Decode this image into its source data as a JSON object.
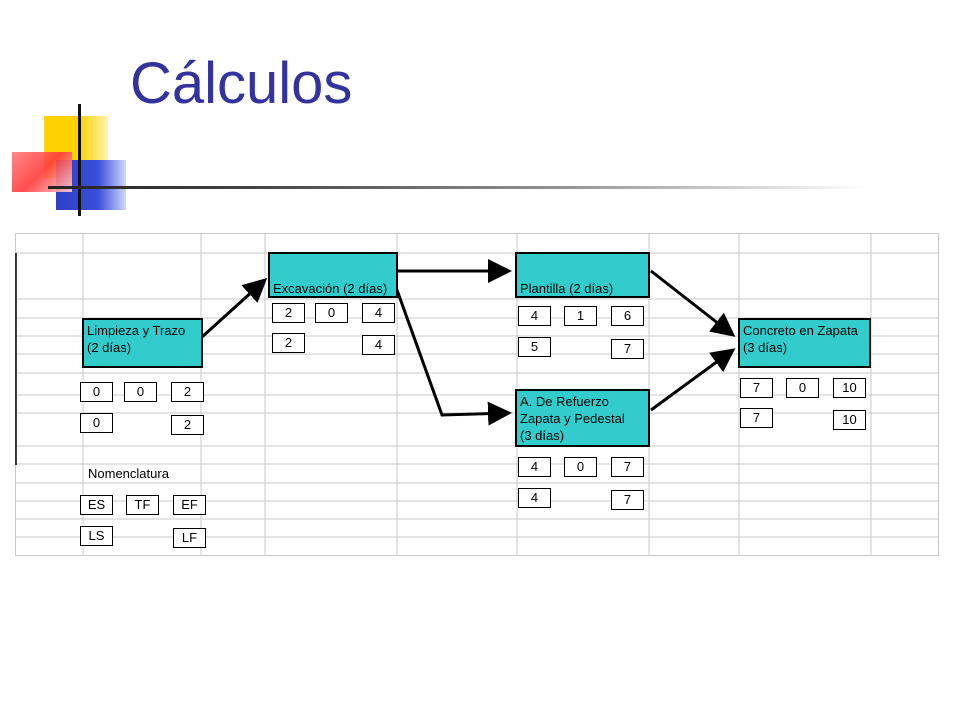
{
  "slide": {
    "title": "Cálculos"
  },
  "activities": [
    {
      "id": "limpieza",
      "lines": [
        "Limpieza y Trazo",
        "(2 días)"
      ],
      "es": "0",
      "tf": "0",
      "ef": "2",
      "ls": "0",
      "lf": "2"
    },
    {
      "id": "excavacion",
      "lines": [
        "Excavación (2 días)"
      ],
      "es": "2",
      "tf": "0",
      "ef": "4",
      "ls": "2",
      "lf": "4"
    },
    {
      "id": "plantilla",
      "lines": [
        "Plantilla (2 días)"
      ],
      "es": "4",
      "tf": "1",
      "ef": "6",
      "ls": "5",
      "lf": "7"
    },
    {
      "id": "refuerzo",
      "lines": [
        "A. De Refuerzo",
        "Zapata y Pedestal",
        "(3 días)"
      ],
      "es": "4",
      "tf": "0",
      "ef": "7",
      "ls": "4",
      "lf": "7"
    },
    {
      "id": "concreto",
      "lines": [
        "Concreto en Zapata",
        "(3 días)"
      ],
      "es": "7",
      "tf": "0",
      "ef": "10",
      "ls": "7",
      "lf": "10"
    }
  ],
  "nomenclature": {
    "title": "Nomenclatura",
    "es": "ES",
    "tf": "TF",
    "ef": "EF",
    "ls": "LS",
    "lf": "LF"
  },
  "connections": [
    [
      "limpieza",
      "excavacion"
    ],
    [
      "excavacion",
      "plantilla"
    ],
    [
      "excavacion",
      "refuerzo"
    ],
    [
      "plantilla",
      "concreto"
    ],
    [
      "refuerzo",
      "concreto"
    ]
  ]
}
